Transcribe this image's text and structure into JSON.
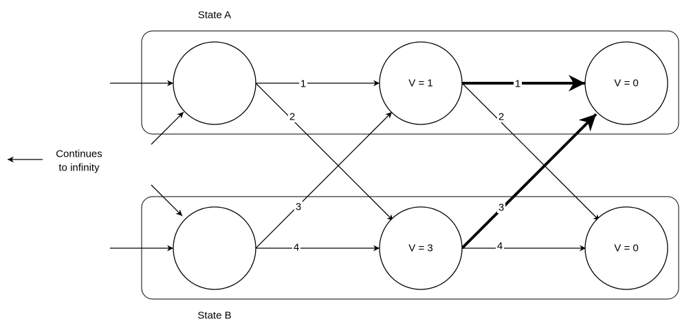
{
  "groups": {
    "state_a": {
      "title": "State A"
    },
    "state_b": {
      "title": "State B"
    }
  },
  "nodes": {
    "a1": {
      "label": ""
    },
    "a2": {
      "label": "V = 1"
    },
    "a3": {
      "label": "V = 0"
    },
    "b1": {
      "label": ""
    },
    "b2": {
      "label": "V = 3"
    },
    "b3": {
      "label": "V = 0"
    }
  },
  "edges": {
    "a1_a2": {
      "label": "1"
    },
    "a1_b2": {
      "label": "2"
    },
    "b1_a2": {
      "label": "3"
    },
    "b1_b2": {
      "label": "4"
    },
    "a2_a3": {
      "label": "1",
      "bold": true
    },
    "a2_b3": {
      "label": "2"
    },
    "b2_a3": {
      "label": "3",
      "bold": true
    },
    "b2_b3": {
      "label": "4"
    }
  },
  "note": {
    "line1": "Continues",
    "line2": "to infinity"
  },
  "colors": {
    "stroke": "#000000",
    "background": "#ffffff"
  }
}
